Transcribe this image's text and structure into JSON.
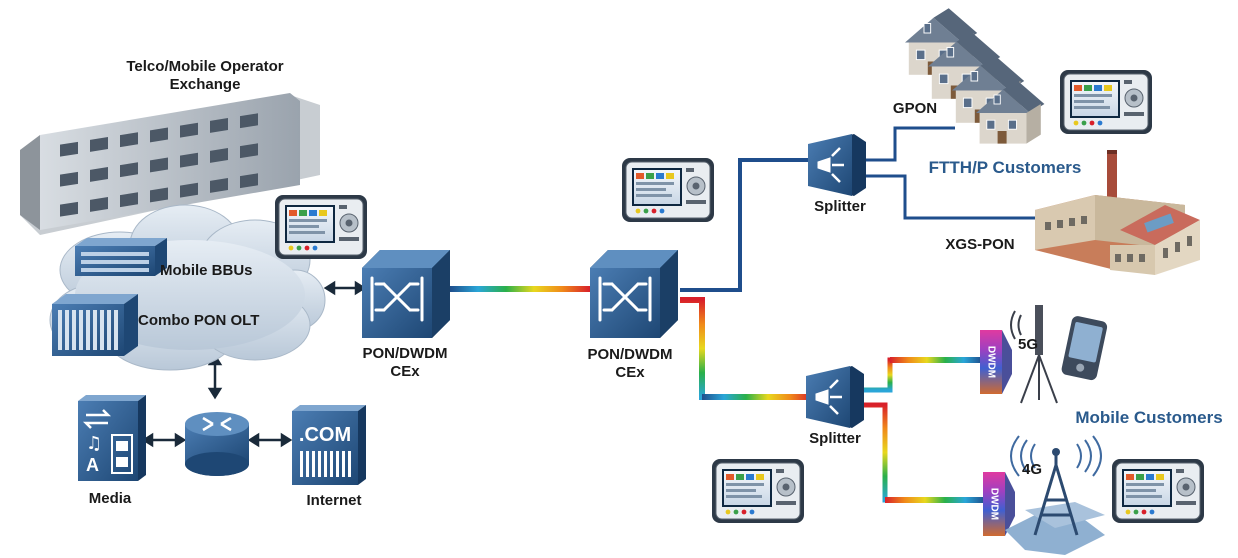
{
  "labels": {
    "exchange_line1": "Telco/Mobile Operator",
    "exchange_line2": "Exchange",
    "mobile_bbus": "Mobile BBUs",
    "combo_pon_olt": "Combo PON OLT",
    "media": "Media",
    "internet": "Internet",
    "com_text": ".COM",
    "cex1_line1": "PON/DWDM",
    "cex1_line2": "CEx",
    "cex2_line1": "PON/DWDM",
    "cex2_line2": "CEx",
    "splitter_top": "Splitter",
    "splitter_bottom": "Splitter",
    "gpon": "GPON",
    "xgs_pon": "XGS-PON",
    "ftth_customers": "FTTH/P Customers",
    "mobile_customers": "Mobile Customers",
    "dwdm_top": "DWDM",
    "dwdm_bottom": "DWDM",
    "g5": "5G",
    "g4": "4G"
  },
  "colors": {
    "fiber_blue": "#1f4e8c",
    "device_blue": "#2f5f93",
    "cloud": "#cfdae6",
    "label_blue": "#2a5a8c"
  },
  "icons": [
    "building-icon",
    "cloud-icon",
    "router-icon",
    "media-icon",
    "internet-icon",
    "cex-switch-icon",
    "splitter-icon",
    "test-instrument-icon",
    "house-icon",
    "factory-icon",
    "antenna-icon",
    "smartphone-icon",
    "cell-tower-icon",
    "dwdm-filter-icon"
  ]
}
